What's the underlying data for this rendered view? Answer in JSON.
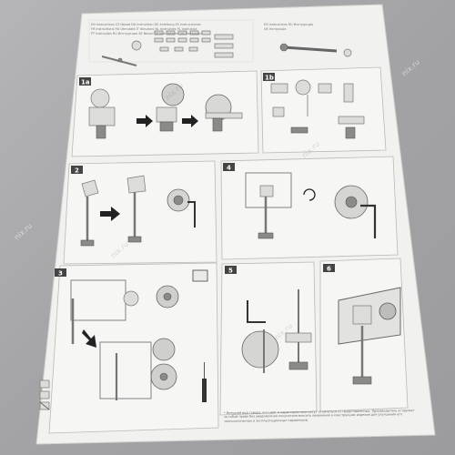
{
  "header": {
    "lang_lines_left": [
      "EN Instructions  CS Návod  DA Instruktion  DE Anleitung  ES Instrucciones",
      "FR Instructions  HU Útmutató  IT Istruzioni  NL Instructies  PL Instrukcja",
      "PT Instruções  RU Инструкция  SK Návod  SV Instruktioner  UK Інструкція"
    ],
    "lang_lines_right": [
      "EN Instructions  RU Инструкция",
      "UK Інструкція"
    ]
  },
  "steps": [
    {
      "number": "1a"
    },
    {
      "number": "1b"
    },
    {
      "number": "2"
    },
    {
      "number": "4"
    },
    {
      "number": "3"
    },
    {
      "number": "5"
    },
    {
      "number": "6"
    }
  ],
  "footer": {
    "note": "* Внешний вид товара, его цвет и характеристики могут отличаться от представленных. Производитель оставляет\nза собой право без уведомления покупателя вносить изменения в конструкцию изделия для улучшения его\nтехнологических и эксплуатационных параметров."
  },
  "watermarks": [
    "nix.ru",
    "nix.ru",
    "nix.ru",
    "nix.ru",
    "nix.ru",
    "nix.ru"
  ]
}
